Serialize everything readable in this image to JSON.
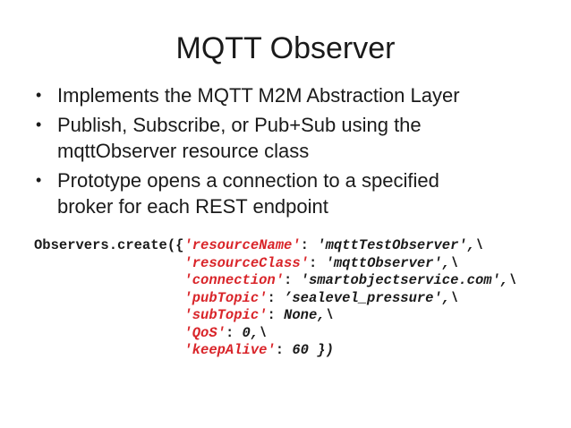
{
  "title": "MQTT Observer",
  "bullets": [
    {
      "lines": [
        "Implements the MQTT M2M Abstraction Layer"
      ]
    },
    {
      "lines": [
        "Publish, Subscribe, or Pub+Sub using the",
        "mqttObserver resource class"
      ]
    },
    {
      "lines": [
        "Prototype opens a connection to a specified",
        "broker for each REST endpoint"
      ]
    }
  ],
  "bullet_glyph": "•",
  "code": {
    "prefix": "Observers.create({",
    "lines": [
      {
        "key": "'resourceName'",
        "sep": ": ",
        "value": "'mqttTestObserver'",
        "tail": ",\\"
      },
      {
        "key": "'resourceClass'",
        "sep": ": ",
        "value": "'mqttObserver'",
        "tail": ",\\"
      },
      {
        "key": "'connection'",
        "sep": ": ",
        "value": "'smartobjectservice.com'",
        "tail": ",\\"
      },
      {
        "key": "'pubTopic'",
        "sep": ": ",
        "value": "’sealevel_pressure'",
        "tail": ",\\"
      },
      {
        "key": "'subTopic'",
        "sep": ": ",
        "value": "None",
        "tail": ",\\"
      },
      {
        "key": "'QoS'",
        "sep": ": ",
        "value": "0",
        "tail": ",\\"
      },
      {
        "key": "'keepAlive'",
        "sep": ": ",
        "value": "60 })",
        "tail": ""
      }
    ]
  },
  "colors": {
    "key_red": "#d9252a",
    "text_black": "#1a1a1a",
    "background": "#ffffff"
  }
}
